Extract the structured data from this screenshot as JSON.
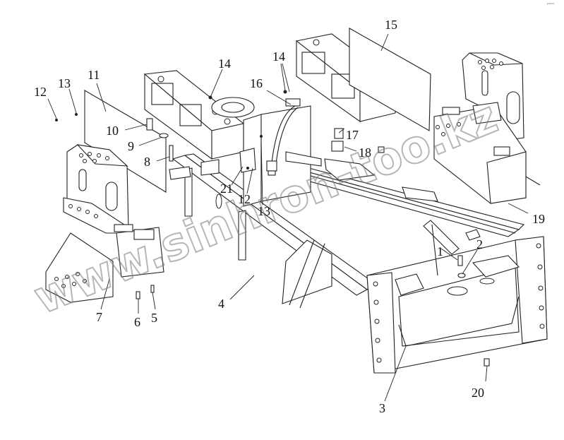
{
  "watermark": "www.sinhron-too.kz",
  "corner_mark": "ᵖ¹ᵐᵐ",
  "callouts": [
    {
      "id": "c1",
      "label": "1"
    },
    {
      "id": "c2",
      "label": "2"
    },
    {
      "id": "c3",
      "label": "3"
    },
    {
      "id": "c4",
      "label": "4"
    },
    {
      "id": "c5",
      "label": "5"
    },
    {
      "id": "c6",
      "label": "6"
    },
    {
      "id": "c7",
      "label": "7"
    },
    {
      "id": "c8",
      "label": "8"
    },
    {
      "id": "c9",
      "label": "9"
    },
    {
      "id": "c10",
      "label": "10"
    },
    {
      "id": "c11",
      "label": "11"
    },
    {
      "id": "c12a",
      "label": "12"
    },
    {
      "id": "c12b",
      "label": "12"
    },
    {
      "id": "c13a",
      "label": "13"
    },
    {
      "id": "c13b",
      "label": "13"
    },
    {
      "id": "c14a",
      "label": "14"
    },
    {
      "id": "c14b",
      "label": "14"
    },
    {
      "id": "c15",
      "label": "15"
    },
    {
      "id": "c16",
      "label": "16"
    },
    {
      "id": "c17",
      "label": "17"
    },
    {
      "id": "c18",
      "label": "18"
    },
    {
      "id": "c19",
      "label": "19"
    },
    {
      "id": "c20",
      "label": "20"
    },
    {
      "id": "c21",
      "label": "21"
    }
  ]
}
